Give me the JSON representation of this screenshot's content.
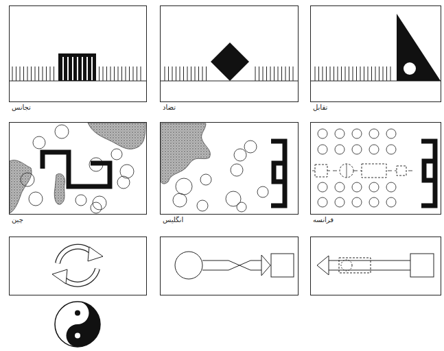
{
  "diagram": {
    "nodes": [
      {
        "text": [
          "تقابل"
        ]
      },
      {
        "text": [
          "تضاد"
        ]
      },
      {
        "text": [
          "تجانس"
        ]
      },
      {
        "text": [
          "فرانسه"
        ]
      },
      {
        "text": [
          "انگلیس"
        ]
      },
      {
        "text": [
          "چین"
        ]
      }
    ]
  }
}
